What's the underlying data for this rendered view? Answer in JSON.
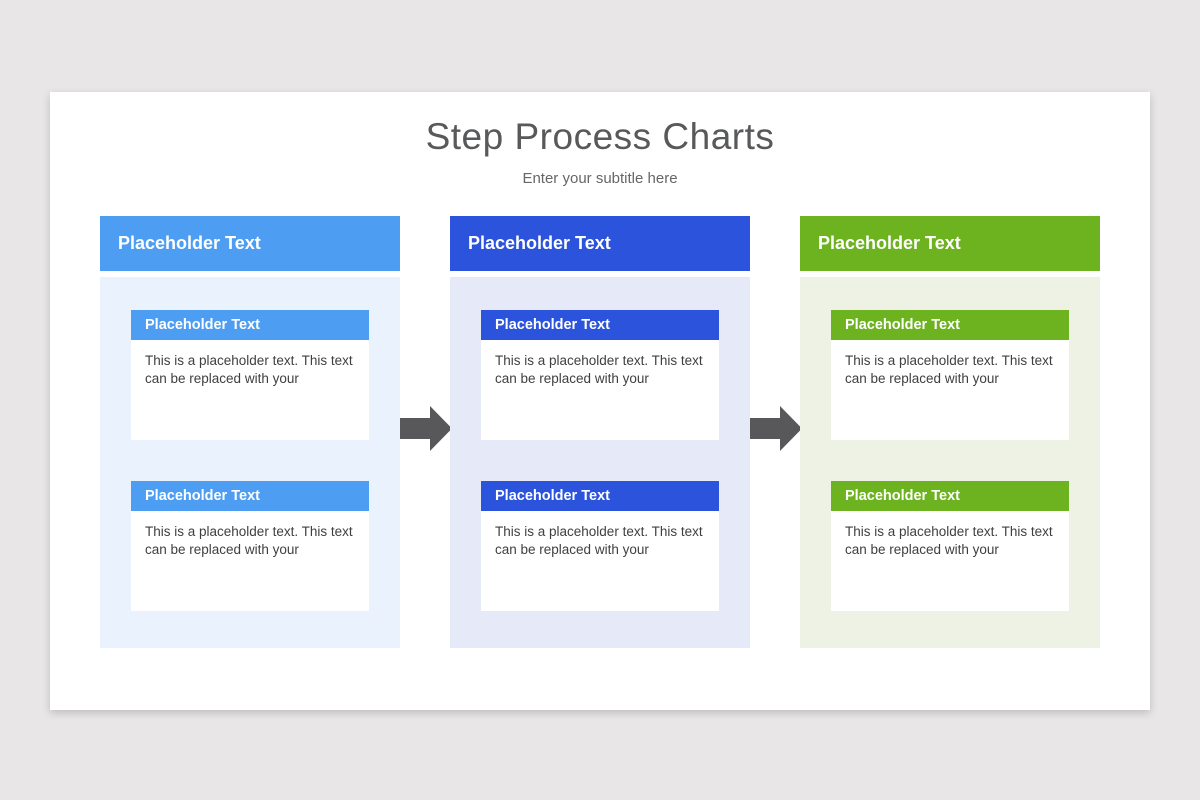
{
  "slide": {
    "title": "Step Process Charts",
    "subtitle": "Enter your subtitle here"
  },
  "colors": {
    "canvas_background": "#e8e6e7",
    "slide_background": "#ffffff",
    "title_text": "#58595b",
    "column1_accent": "#4d9ef2",
    "column1_tint": "#eaf2fd",
    "column2_accent": "#2b53dc",
    "column2_tint": "#e6e9f8",
    "column3_accent": "#6db31f",
    "column3_tint": "#edf2e5",
    "arrow": "#58585a"
  },
  "columns": [
    {
      "header": "Placeholder Text",
      "cards": [
        {
          "title": "Placeholder Text",
          "body": "This is a placeholder text. This text can be replaced with your"
        },
        {
          "title": "Placeholder Text",
          "body": "This is a placeholder text. This text can be replaced with your"
        }
      ]
    },
    {
      "header": "Placeholder Text",
      "cards": [
        {
          "title": "Placeholder Text",
          "body": "This is a placeholder text. This text can be replaced with your"
        },
        {
          "title": "Placeholder Text",
          "body": "This is a placeholder text. This text can be replaced with your"
        }
      ]
    },
    {
      "header": "Placeholder Text",
      "cards": [
        {
          "title": "Placeholder Text",
          "body": "This is a placeholder text. This text can be replaced with your"
        },
        {
          "title": "Placeholder Text",
          "body": "This is a placeholder text. This text can be replaced with your"
        }
      ]
    }
  ]
}
